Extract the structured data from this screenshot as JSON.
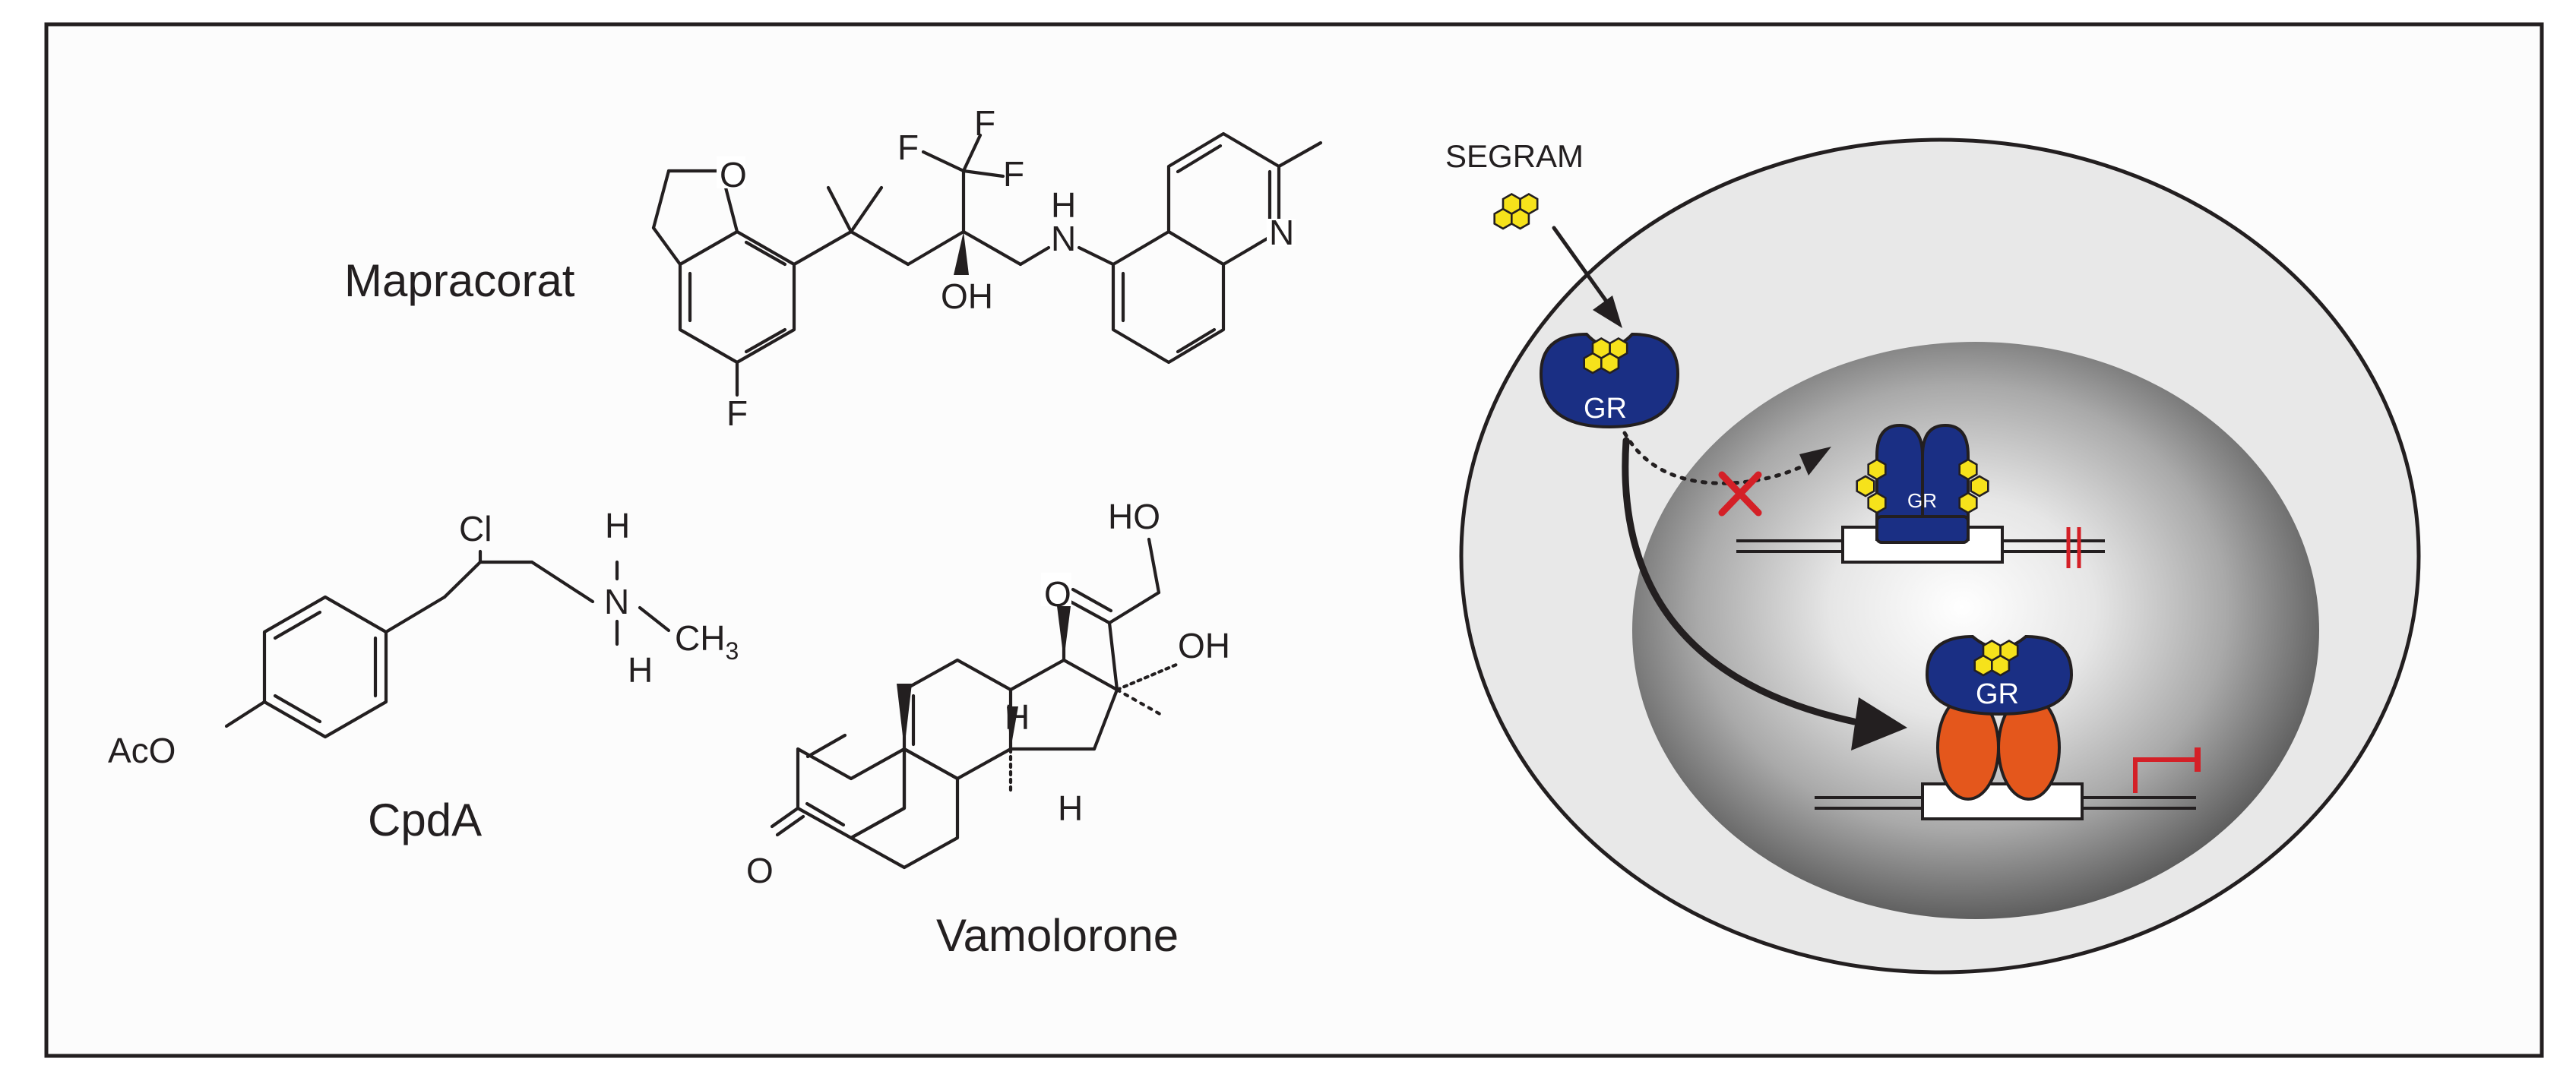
{
  "compounds": {
    "mapracorat": {
      "name": "Mapracorat",
      "atoms": {
        "o_ring": "O",
        "f1": "F",
        "f2": "F",
        "f3": "F",
        "f_aryl": "F",
        "nh_h": "H",
        "nh_n": "N",
        "n_quin": "N",
        "oh": "OH"
      }
    },
    "cpda": {
      "name": "CpdA",
      "atoms": {
        "cl": "Cl",
        "h_top": "H",
        "n": "N",
        "h_bottom": "H",
        "methyl": "CH",
        "methyl_sub": "3",
        "aco": "AcO"
      }
    },
    "vamolorone": {
      "name": "Vamolorone",
      "atoms": {
        "ho": "HO",
        "o_keto": "O",
        "oh": "OH",
        "h_c8": "H",
        "h_c14": "H",
        "o_ring": "O"
      }
    }
  },
  "mechanism": {
    "ligand_label": "SEGRAM",
    "receptor_cytoplasm_label": "GR",
    "receptor_dimer_label": "GR",
    "receptor_tether_label": "GR"
  },
  "colors": {
    "frame": "#231f20",
    "cell_fill": "#e8e8e8",
    "receptor_blue": "#1a2f84",
    "ligand_yellow": "#f6e21b",
    "cofactor_orange": "#e4571c",
    "inhibition_red": "#d42027"
  },
  "icons": [
    "segram-ligand-icon",
    "gr-receptor-icon",
    "gr-dimer-icon",
    "transcription-factor-icon",
    "promoter-arrow-icon",
    "block-cross-icon"
  ]
}
